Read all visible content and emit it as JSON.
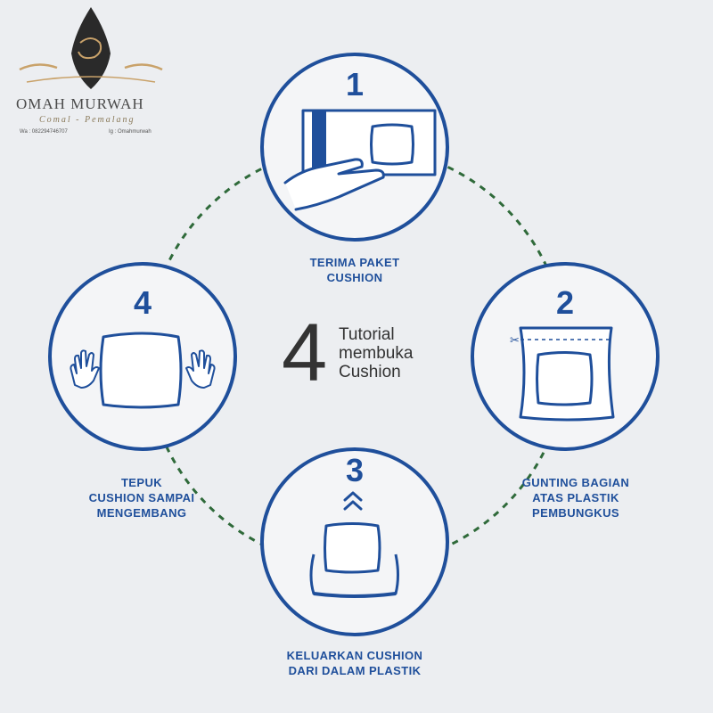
{
  "brand": {
    "name": "OMAH MURWAH",
    "city": "Comal - Pemalang",
    "wa": "Wa : 082294746707",
    "ig": "Ig : Omahmurwah"
  },
  "center": {
    "number": "4",
    "lines": [
      "Tutorial",
      "membuka",
      "Cushion"
    ]
  },
  "steps": [
    {
      "number": "1",
      "label_lines": [
        "TERIMA PAKET",
        "CUSHION"
      ]
    },
    {
      "number": "2",
      "label_lines": [
        "GUNTING BAGIAN",
        "ATAS PLASTIK",
        "PEMBUNGKUS"
      ]
    },
    {
      "number": "3",
      "label_lines": [
        "KELUARKAN CUSHION",
        "DARI DALAM PLASTIK"
      ]
    },
    {
      "number": "4",
      "label_lines": [
        "TEPUK",
        "CUSHION SAMPAI",
        "MENGEMBANG"
      ]
    }
  ],
  "colors": {
    "primary_blue": "#1f4f9b",
    "dashed_green": "#2f6a3a",
    "background": "#eceef1",
    "text_dark": "#333333"
  },
  "icons": [
    "hand-package-icon",
    "scissors-icon",
    "chevrons-up-icon",
    "gloves-icon"
  ]
}
